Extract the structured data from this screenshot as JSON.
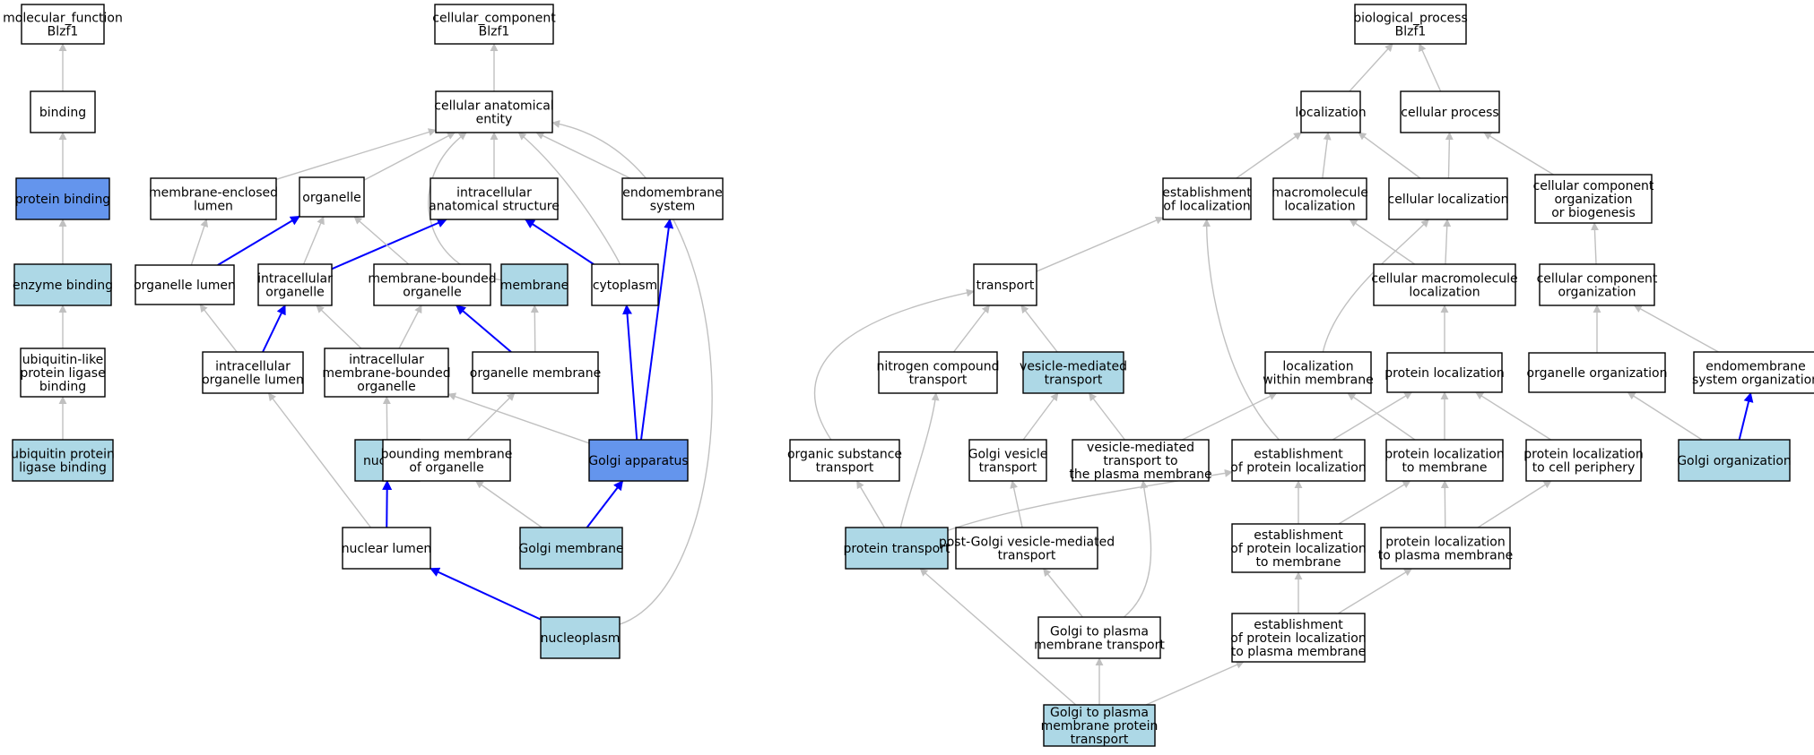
{
  "colors": {
    "plain": "#ffffff",
    "light": "#add8e6",
    "highlight": "#6495ed",
    "edge_gray": "#c0c0c0",
    "edge_blue": "#0000ff"
  },
  "nodes": [
    {
      "id": "mf",
      "lines": [
        "molecular_function",
        "Blzf1"
      ],
      "fill": "plain"
    },
    {
      "id": "binding",
      "lines": [
        "binding"
      ],
      "fill": "plain"
    },
    {
      "id": "protein_binding",
      "lines": [
        "protein binding"
      ],
      "fill": "highlight"
    },
    {
      "id": "enzyme_binding",
      "lines": [
        "enzyme binding"
      ],
      "fill": "light"
    },
    {
      "id": "ubl_binding",
      "lines": [
        "ubiquitin-like",
        "protein ligase",
        "binding"
      ],
      "fill": "plain"
    },
    {
      "id": "ubq_binding",
      "lines": [
        "ubiquitin protein",
        "ligase binding"
      ],
      "fill": "light"
    },
    {
      "id": "cc",
      "lines": [
        "cellular_component",
        "Blzf1"
      ],
      "fill": "plain"
    },
    {
      "id": "cae",
      "lines": [
        "cellular anatomical",
        "entity"
      ],
      "fill": "plain"
    },
    {
      "id": "mel",
      "lines": [
        "membrane-enclosed",
        "lumen"
      ],
      "fill": "plain"
    },
    {
      "id": "organelle",
      "lines": [
        "organelle"
      ],
      "fill": "plain"
    },
    {
      "id": "ias",
      "lines": [
        "intracellular",
        "anatomical structure"
      ],
      "fill": "plain"
    },
    {
      "id": "ems",
      "lines": [
        "endomembrane",
        "system"
      ],
      "fill": "plain"
    },
    {
      "id": "org_lumen",
      "lines": [
        "organelle lumen"
      ],
      "fill": "plain"
    },
    {
      "id": "ic_org",
      "lines": [
        "intracellular",
        "organelle"
      ],
      "fill": "plain"
    },
    {
      "id": "mbo",
      "lines": [
        "membrane-bounded",
        "organelle"
      ],
      "fill": "plain"
    },
    {
      "id": "membrane",
      "lines": [
        "membrane"
      ],
      "fill": "light"
    },
    {
      "id": "cytoplasm",
      "lines": [
        "cytoplasm"
      ],
      "fill": "plain"
    },
    {
      "id": "ic_org_lumen",
      "lines": [
        "intracellular",
        "organelle lumen"
      ],
      "fill": "plain"
    },
    {
      "id": "ic_mbo",
      "lines": [
        "intracellular",
        "membrane-bounded",
        "organelle"
      ],
      "fill": "plain"
    },
    {
      "id": "org_membrane",
      "lines": [
        "organelle membrane"
      ],
      "fill": "plain"
    },
    {
      "id": "nucleus",
      "lines": [
        "nucleus"
      ],
      "fill": "light"
    },
    {
      "id": "bmo",
      "lines": [
        "bounding membrane",
        "of organelle"
      ],
      "fill": "plain"
    },
    {
      "id": "golgi_app",
      "lines": [
        "Golgi apparatus"
      ],
      "fill": "highlight"
    },
    {
      "id": "nuc_lumen",
      "lines": [
        "nuclear lumen"
      ],
      "fill": "plain"
    },
    {
      "id": "golgi_mem",
      "lines": [
        "Golgi membrane"
      ],
      "fill": "light"
    },
    {
      "id": "nucleoplasm",
      "lines": [
        "nucleoplasm"
      ],
      "fill": "light"
    },
    {
      "id": "bp",
      "lines": [
        "biological_process",
        "Blzf1"
      ],
      "fill": "plain"
    },
    {
      "id": "localization",
      "lines": [
        "localization"
      ],
      "fill": "plain"
    },
    {
      "id": "cell_proc",
      "lines": [
        "cellular process"
      ],
      "fill": "plain"
    },
    {
      "id": "est_loc",
      "lines": [
        "establishment",
        "of localization"
      ],
      "fill": "plain"
    },
    {
      "id": "macro_loc",
      "lines": [
        "macromolecule",
        "localization"
      ],
      "fill": "plain"
    },
    {
      "id": "cell_loc",
      "lines": [
        "cellular localization"
      ],
      "fill": "plain"
    },
    {
      "id": "ccob",
      "lines": [
        "cellular component",
        "organization",
        "or biogenesis"
      ],
      "fill": "plain"
    },
    {
      "id": "transport",
      "lines": [
        "transport"
      ],
      "fill": "plain"
    },
    {
      "id": "cml",
      "lines": [
        "cellular macromolecule",
        "localization"
      ],
      "fill": "plain"
    },
    {
      "id": "cco",
      "lines": [
        "cellular component",
        "organization"
      ],
      "fill": "plain"
    },
    {
      "id": "nct",
      "lines": [
        "nitrogen compound",
        "transport"
      ],
      "fill": "plain"
    },
    {
      "id": "vmt",
      "lines": [
        "vesicle-mediated",
        "transport"
      ],
      "fill": "light"
    },
    {
      "id": "lwm",
      "lines": [
        "localization",
        "within membrane"
      ],
      "fill": "plain"
    },
    {
      "id": "prot_loc",
      "lines": [
        "protein localization"
      ],
      "fill": "plain"
    },
    {
      "id": "org_org",
      "lines": [
        "organelle organization"
      ],
      "fill": "plain"
    },
    {
      "id": "ems_org",
      "lines": [
        "endomembrane",
        "system organization"
      ],
      "fill": "plain"
    },
    {
      "id": "ost",
      "lines": [
        "organic substance",
        "transport"
      ],
      "fill": "plain"
    },
    {
      "id": "gvt",
      "lines": [
        "Golgi vesicle",
        "transport"
      ],
      "fill": "plain"
    },
    {
      "id": "vmtpm",
      "lines": [
        "vesicle-mediated",
        "transport to",
        "the plasma membrane"
      ],
      "fill": "plain"
    },
    {
      "id": "epl",
      "lines": [
        "establishment",
        "of protein localization"
      ],
      "fill": "plain"
    },
    {
      "id": "pltm",
      "lines": [
        "protein localization",
        "to membrane"
      ],
      "fill": "plain"
    },
    {
      "id": "pltcp",
      "lines": [
        "protein localization",
        "to cell periphery"
      ],
      "fill": "plain"
    },
    {
      "id": "golgi_org",
      "lines": [
        "Golgi organization"
      ],
      "fill": "light"
    },
    {
      "id": "prot_trans",
      "lines": [
        "protein transport"
      ],
      "fill": "light"
    },
    {
      "id": "pgvmt",
      "lines": [
        "post-Golgi vesicle-mediated",
        "transport"
      ],
      "fill": "plain"
    },
    {
      "id": "epltm",
      "lines": [
        "establishment",
        "of protein localization",
        "to membrane"
      ],
      "fill": "plain"
    },
    {
      "id": "pltpm",
      "lines": [
        "protein localization",
        "to plasma membrane"
      ],
      "fill": "plain"
    },
    {
      "id": "gtpmt",
      "lines": [
        "Golgi to plasma",
        "membrane transport"
      ],
      "fill": "plain"
    },
    {
      "id": "epltpm",
      "lines": [
        "establishment",
        "of protein localization",
        "to plasma membrane"
      ],
      "fill": "plain"
    },
    {
      "id": "gtpmpt",
      "lines": [
        "Golgi to plasma",
        "membrane protein",
        "transport"
      ],
      "fill": "light"
    }
  ],
  "edges": [
    {
      "from": "binding",
      "to": "mf",
      "color": "gray"
    },
    {
      "from": "protein_binding",
      "to": "binding",
      "color": "gray"
    },
    {
      "from": "enzyme_binding",
      "to": "protein_binding",
      "color": "gray"
    },
    {
      "from": "ubl_binding",
      "to": "enzyme_binding",
      "color": "gray"
    },
    {
      "from": "ubq_binding",
      "to": "ubl_binding",
      "color": "gray"
    },
    {
      "from": "cae",
      "to": "cc",
      "color": "gray"
    },
    {
      "from": "mel",
      "to": "cae",
      "color": "gray"
    },
    {
      "from": "organelle",
      "to": "cae",
      "color": "gray"
    },
    {
      "from": "ias",
      "to": "cae",
      "color": "gray"
    },
    {
      "from": "ems",
      "to": "cae",
      "color": "gray"
    },
    {
      "from": "membrane",
      "to": "cae",
      "color": "gray"
    },
    {
      "from": "cytoplasm",
      "to": "cae",
      "color": "gray"
    },
    {
      "from": "nucleoplasm",
      "to": "cae",
      "color": "gray"
    },
    {
      "from": "org_lumen",
      "to": "mel",
      "color": "gray"
    },
    {
      "from": "org_lumen",
      "to": "organelle",
      "color": "blue"
    },
    {
      "from": "ic_org",
      "to": "organelle",
      "color": "gray"
    },
    {
      "from": "ic_org",
      "to": "ias",
      "color": "blue"
    },
    {
      "from": "mbo",
      "to": "organelle",
      "color": "gray"
    },
    {
      "from": "cytoplasm",
      "to": "ias",
      "color": "blue"
    },
    {
      "from": "ic_org_lumen",
      "to": "org_lumen",
      "color": "gray"
    },
    {
      "from": "ic_org_lumen",
      "to": "ic_org",
      "color": "blue"
    },
    {
      "from": "ic_mbo",
      "to": "ic_org",
      "color": "gray"
    },
    {
      "from": "ic_mbo",
      "to": "mbo",
      "color": "gray"
    },
    {
      "from": "org_membrane",
      "to": "mbo",
      "color": "blue"
    },
    {
      "from": "org_membrane",
      "to": "membrane",
      "color": "gray"
    },
    {
      "from": "nucleus",
      "to": "ic_mbo",
      "color": "gray"
    },
    {
      "from": "bmo",
      "to": "org_membrane",
      "color": "gray"
    },
    {
      "from": "golgi_app",
      "to": "ic_mbo",
      "color": "gray"
    },
    {
      "from": "golgi_app",
      "to": "cytoplasm",
      "color": "blue"
    },
    {
      "from": "golgi_app",
      "to": "ems",
      "color": "blue"
    },
    {
      "from": "nuc_lumen",
      "to": "ic_org_lumen",
      "color": "gray"
    },
    {
      "from": "nuc_lumen",
      "to": "nucleus",
      "color": "blue"
    },
    {
      "from": "golgi_mem",
      "to": "bmo",
      "color": "gray"
    },
    {
      "from": "golgi_mem",
      "to": "golgi_app",
      "color": "blue"
    },
    {
      "from": "nucleoplasm",
      "to": "nuc_lumen",
      "color": "blue"
    },
    {
      "from": "localization",
      "to": "bp",
      "color": "gray"
    },
    {
      "from": "cell_proc",
      "to": "bp",
      "color": "gray"
    },
    {
      "from": "est_loc",
      "to": "localization",
      "color": "gray"
    },
    {
      "from": "macro_loc",
      "to": "localization",
      "color": "gray"
    },
    {
      "from": "cell_loc",
      "to": "localization",
      "color": "gray"
    },
    {
      "from": "cell_loc",
      "to": "cell_proc",
      "color": "gray"
    },
    {
      "from": "ccob",
      "to": "cell_proc",
      "color": "gray"
    },
    {
      "from": "transport",
      "to": "est_loc",
      "color": "gray"
    },
    {
      "from": "cml",
      "to": "macro_loc",
      "color": "gray"
    },
    {
      "from": "cml",
      "to": "cell_loc",
      "color": "gray"
    },
    {
      "from": "cco",
      "to": "ccob",
      "color": "gray"
    },
    {
      "from": "nct",
      "to": "transport",
      "color": "gray"
    },
    {
      "from": "vmt",
      "to": "transport",
      "color": "gray"
    },
    {
      "from": "ost",
      "to": "transport",
      "color": "gray"
    },
    {
      "from": "lwm",
      "to": "cell_loc",
      "color": "gray"
    },
    {
      "from": "prot_loc",
      "to": "cml",
      "color": "gray"
    },
    {
      "from": "org_org",
      "to": "cco",
      "color": "gray"
    },
    {
      "from": "ems_org",
      "to": "cco",
      "color": "gray"
    },
    {
      "from": "gvt",
      "to": "vmt",
      "color": "gray"
    },
    {
      "from": "vmtpm",
      "to": "vmt",
      "color": "gray"
    },
    {
      "from": "vmtpm",
      "to": "lwm",
      "color": "gray"
    },
    {
      "from": "epl",
      "to": "prot_loc",
      "color": "gray"
    },
    {
      "from": "epl",
      "to": "est_loc",
      "color": "gray"
    },
    {
      "from": "pltm",
      "to": "prot_loc",
      "color": "gray"
    },
    {
      "from": "pltm",
      "to": "lwm",
      "color": "gray"
    },
    {
      "from": "pltcp",
      "to": "prot_loc",
      "color": "gray"
    },
    {
      "from": "golgi_org",
      "to": "org_org",
      "color": "gray"
    },
    {
      "from": "golgi_org",
      "to": "ems_org",
      "color": "blue"
    },
    {
      "from": "prot_trans",
      "to": "ost",
      "color": "gray"
    },
    {
      "from": "prot_trans",
      "to": "nct",
      "color": "gray"
    },
    {
      "from": "prot_trans",
      "to": "epl",
      "color": "gray"
    },
    {
      "from": "pgvmt",
      "to": "gvt",
      "color": "gray"
    },
    {
      "from": "epltm",
      "to": "epl",
      "color": "gray"
    },
    {
      "from": "epltm",
      "to": "pltm",
      "color": "gray"
    },
    {
      "from": "pltpm",
      "to": "pltm",
      "color": "gray"
    },
    {
      "from": "pltpm",
      "to": "pltcp",
      "color": "gray"
    },
    {
      "from": "gtpmt",
      "to": "pgvmt",
      "color": "gray"
    },
    {
      "from": "gtpmt",
      "to": "vmtpm",
      "color": "gray"
    },
    {
      "from": "epltpm",
      "to": "epltm",
      "color": "gray"
    },
    {
      "from": "epltpm",
      "to": "pltpm",
      "color": "gray"
    },
    {
      "from": "gtpmpt",
      "to": "prot_trans",
      "color": "gray"
    },
    {
      "from": "gtpmpt",
      "to": "gtpmt",
      "color": "gray"
    },
    {
      "from": "gtpmpt",
      "to": "epltpm",
      "color": "gray"
    }
  ]
}
